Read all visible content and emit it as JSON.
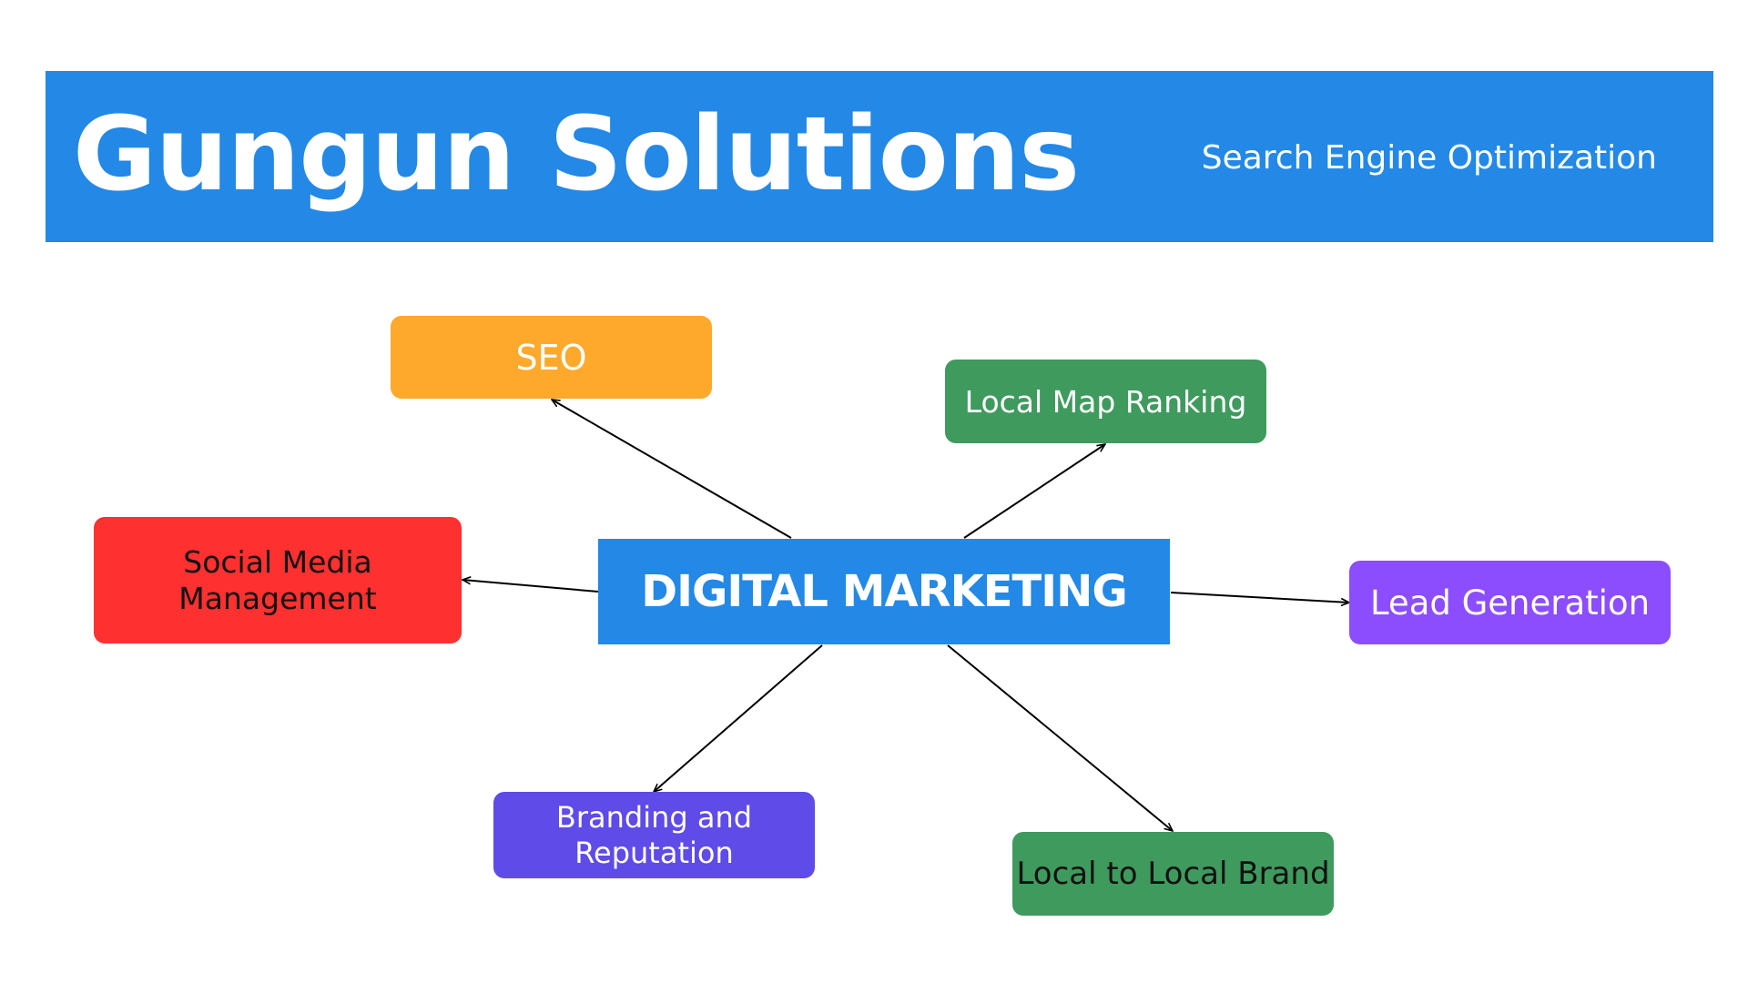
{
  "header": {
    "title": "Gungun Solutions",
    "subtitle": "Search Engine Optimization",
    "background_color": "#2388e6"
  },
  "diagram": {
    "hub": {
      "label": "DIGITAL MARKETING",
      "color": "#2388e6"
    },
    "nodes": [
      {
        "id": "seo",
        "label": "SEO",
        "color": "#fea92c"
      },
      {
        "id": "local-map-ranking",
        "label": "Local Map Ranking",
        "color": "#3f9a5d"
      },
      {
        "id": "social-media-management",
        "label_line1": "Social Media",
        "label_line2": "Management",
        "color": "#fe3030"
      },
      {
        "id": "lead-generation",
        "label": "Lead Generation",
        "color": "#8c4dfe"
      },
      {
        "id": "branding-and-reputation",
        "label_line1": "Branding and",
        "label_line2": "Reputation",
        "color": "#5e4be8"
      },
      {
        "id": "local-to-local-brand",
        "label": "Local to Local Brand",
        "color": "#3f9a5d"
      }
    ],
    "edges": [
      {
        "from": "hub",
        "to": "seo"
      },
      {
        "from": "hub",
        "to": "local-map-ranking"
      },
      {
        "from": "hub",
        "to": "social-media-management"
      },
      {
        "from": "hub",
        "to": "lead-generation"
      },
      {
        "from": "hub",
        "to": "branding-and-reputation"
      },
      {
        "from": "hub",
        "to": "local-to-local-brand"
      }
    ]
  }
}
